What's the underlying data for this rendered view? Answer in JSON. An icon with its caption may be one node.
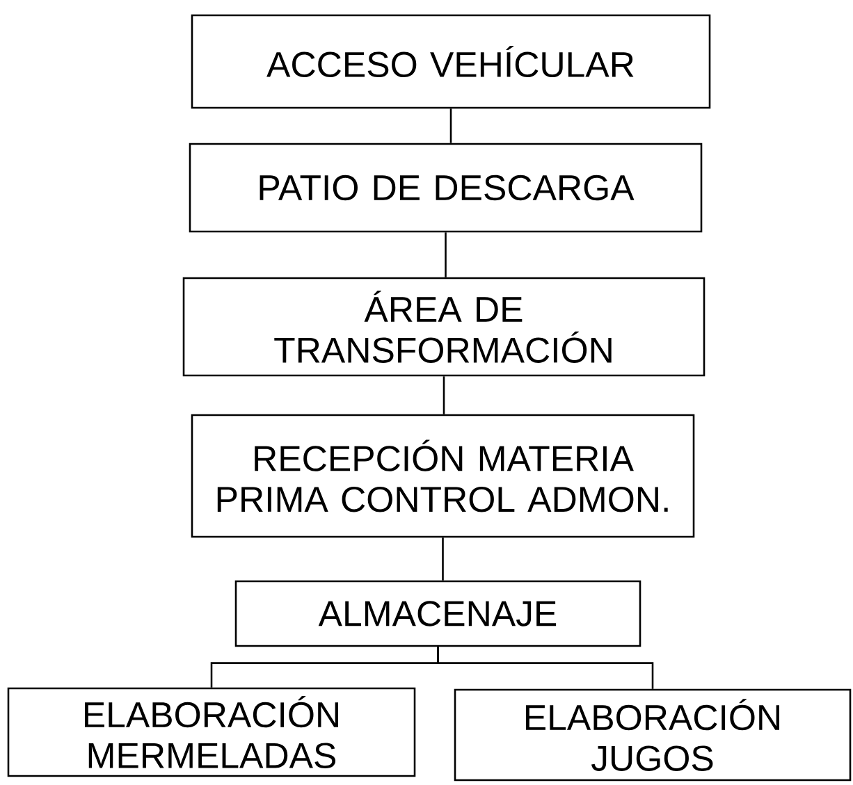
{
  "diagram": {
    "nodes": [
      {
        "text": [
          "ACCESO VEHÍCULAR"
        ]
      },
      {
        "text": [
          "PATIO DE DESCARGA"
        ]
      },
      {
        "text": [
          "ÁREA DE TRANSFORMACIÓN"
        ]
      },
      {
        "text": [
          "RECEPCIÓN MATERIA PRIMA CONTROL ADMON."
        ]
      },
      {
        "text": [
          "ALMACENAJE"
        ]
      },
      {
        "text": [
          "ELABORACIÓN MERMELADAS"
        ]
      },
      {
        "text": [
          "ELABORACIÓN JUGOS"
        ]
      }
    ],
    "edges": [
      {
        "from": 0,
        "to": 1,
        "arrow": "none"
      },
      {
        "from": 1,
        "to": 2,
        "arrow": "none"
      },
      {
        "from": 2,
        "to": 3,
        "arrow": "none"
      },
      {
        "from": 3,
        "to": 4,
        "arrow": "none"
      },
      {
        "from": 4,
        "to": 5,
        "arrow": "none"
      },
      {
        "from": 4,
        "to": 6,
        "arrow": "none"
      }
    ]
  }
}
